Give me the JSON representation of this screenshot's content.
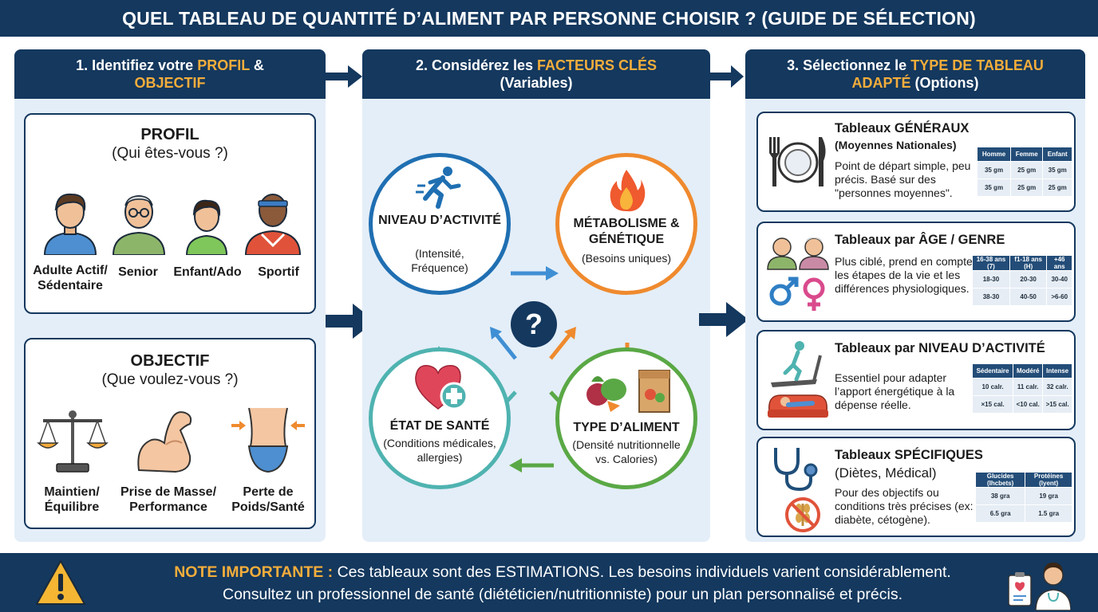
{
  "title": "QUEL TABLEAU DE QUANTITÉ D’ALIMENT PAR PERSONNE CHOISIR ? (GUIDE DE SÉLECTION)",
  "col1": {
    "header_a": "1. Identifiez votre ",
    "header_b": "PROFIL",
    "header_c": " &",
    "header_d": "OBJECTIF",
    "profil": {
      "title": "PROFIL",
      "subtitle": "(Qui êtes-vous ?)",
      "items": [
        {
          "label": "Adulte Actif/ Sédentaire",
          "icon": "adult-person-icon"
        },
        {
          "label": "Senior",
          "icon": "senior-person-icon"
        },
        {
          "label": "Enfant/Ado",
          "icon": "child-icon"
        },
        {
          "label": "Sportif",
          "icon": "athlete-icon"
        }
      ]
    },
    "objectif": {
      "title": "OBJECTIF",
      "subtitle": "(Que voulez-vous ?)",
      "items": [
        {
          "label": "Maintien/ Équilibre",
          "icon": "balance-scale-icon"
        },
        {
          "label": "Prise de Masse/ Performance",
          "icon": "flexed-arm-icon"
        },
        {
          "label": "Perte de Poids/Santé",
          "icon": "slim-waist-icon"
        }
      ]
    }
  },
  "col2": {
    "header_a": "2. Considérez les ",
    "header_b": "FACTEURS CLÉS",
    "header_c": "(Variables)",
    "center": "?",
    "factors": [
      {
        "title": "NIVEAU D’ACTIVITÉ",
        "sub": "(Intensité, Fréquence)",
        "color": "#1f6fb2",
        "icon": "running-person-icon"
      },
      {
        "title": "MÉTABOLISME & GÉNÉTIQUE",
        "sub": "(Besoins uniques)",
        "color": "#ef8a2e",
        "icon": "flame-icon"
      },
      {
        "title": "TYPE D’ALIMENT",
        "sub": "(Densité nutritionnelle vs. Calories)",
        "color": "#5aa845",
        "icon": "vegetables-bag-icon"
      },
      {
        "title": "ÉTAT DE SANTÉ",
        "sub": "(Conditions médicales, allergies)",
        "color": "#4fb3b0",
        "icon": "heart-cross-icon"
      }
    ]
  },
  "col3": {
    "header_a": "3. Sélectionnez le ",
    "header_b": "TYPE DE TABLEAU",
    "header_c": "ADAPTÉ",
    "header_d": " (Options)",
    "options": [
      {
        "title": "Tableaux GÉNÉRAUX",
        "subtitle": "(Moyennes Nationales)",
        "desc": "Point de départ simple, peu précis. Basé sur des \"personnes moyennes\".",
        "icon": "plate-cutlery-icon",
        "table": {
          "headers": [
            "Homme",
            "Femme",
            "Enfant"
          ],
          "rows": [
            [
              "35 gm",
              "25 gm",
              "35 gm"
            ],
            [
              "35 gm",
              "25 gm",
              "25 gm"
            ]
          ]
        }
      },
      {
        "title": "Tableaux par ÂGE / GENRE",
        "desc": "Plus ciblé, prend en compte les étapes de la vie et les différences physiologiques.",
        "icon": "elderly-couple-gender-icon",
        "table": {
          "headers": [
            "16-38 ans (7)",
            "f1-18 ans (H)",
            "+46 ans"
          ],
          "rows": [
            [
              "18-30",
              "20-30",
              "30-40"
            ],
            [
              "38-30",
              "40-50",
              ">6-60"
            ]
          ]
        }
      },
      {
        "title": "Tableaux par NIVEAU D’ACTIVITÉ",
        "desc": "Essentiel pour adapter l’apport énergétique à la dépense réelle.",
        "icon": "treadmill-sofa-icon",
        "table": {
          "headers": [
            "Sédentaire",
            "Modéré",
            "Intense"
          ],
          "rows": [
            [
              "10 calr.",
              "11 calr.",
              "32 calr."
            ],
            [
              "×15 cal.",
              "<10 cal.",
              ">15 cal."
            ]
          ]
        }
      },
      {
        "title": "Tableaux SPÉCIFIQUES",
        "subtitle": "(Diètes, Médical)",
        "desc": "Pour des objectifs ou conditions très précises (ex: diabète, cétogène).",
        "icon": "stethoscope-no-gluten-icon",
        "table": {
          "headers": [
            "Glucides (Ihcbets)",
            "Protéines (lyent)"
          ],
          "rows": [
            [
              "38 gra",
              "19 gra"
            ],
            [
              "6.5 gra",
              "1.5 gra"
            ]
          ]
        }
      }
    ]
  },
  "note": {
    "label": "NOTE IMPORTANTE :",
    "line1": " Ces tableaux sont des ESTIMATIONS. Les besoins individuels varient considérablement.",
    "line2": "Consultez un professionnel de santé (diététicien/nutritionniste) pour un plan personnalisé et précis."
  },
  "colors": {
    "navy": "#14385e",
    "accent": "#f4ad3b",
    "panel": "#e4eef8"
  }
}
